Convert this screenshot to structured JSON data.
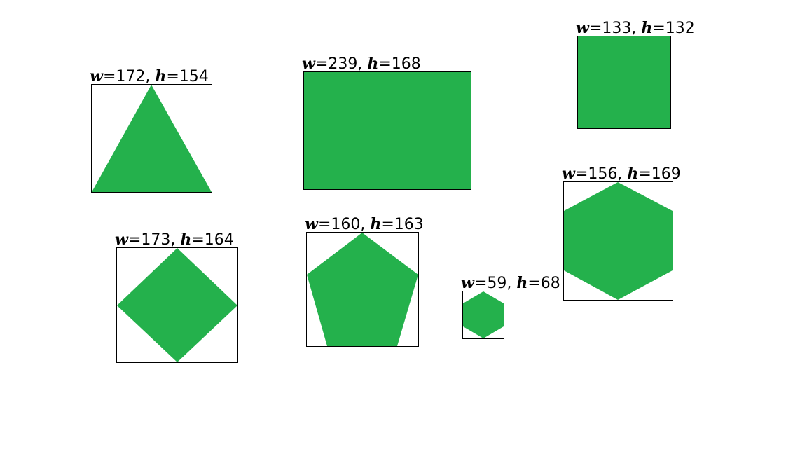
{
  "colors": {
    "shape_fill": "#24b14c",
    "box_stroke": "#000000",
    "background": "#ffffff",
    "text": "#000000"
  },
  "shapes": [
    {
      "id": "triangle",
      "kind": "triangle",
      "label": {
        "w_var": "w",
        "w_val": "=172, ",
        "h_var": "h",
        "h_val": "=154"
      }
    },
    {
      "id": "rectangle",
      "kind": "rectangle",
      "label": {
        "w_var": "w",
        "w_val": "=239, ",
        "h_var": "h",
        "h_val": "=168"
      }
    },
    {
      "id": "square",
      "kind": "square",
      "label": {
        "w_var": "w",
        "w_val": "=133, ",
        "h_var": "h",
        "h_val": "=132"
      }
    },
    {
      "id": "diamond",
      "kind": "diamond",
      "label": {
        "w_var": "w",
        "w_val": "=173, ",
        "h_var": "h",
        "h_val": "=164"
      }
    },
    {
      "id": "pentagon",
      "kind": "pentagon",
      "label": {
        "w_var": "w",
        "w_val": "=160, ",
        "h_var": "h",
        "h_val": "=163"
      }
    },
    {
      "id": "small-hexagon",
      "kind": "hexagon",
      "label": {
        "w_var": "w",
        "w_val": "=59, ",
        "h_var": "h",
        "h_val": "=68"
      }
    },
    {
      "id": "large-hexagon",
      "kind": "hexagon",
      "label": {
        "w_var": "w",
        "w_val": "=156, ",
        "h_var": "h",
        "h_val": "=169"
      }
    }
  ]
}
